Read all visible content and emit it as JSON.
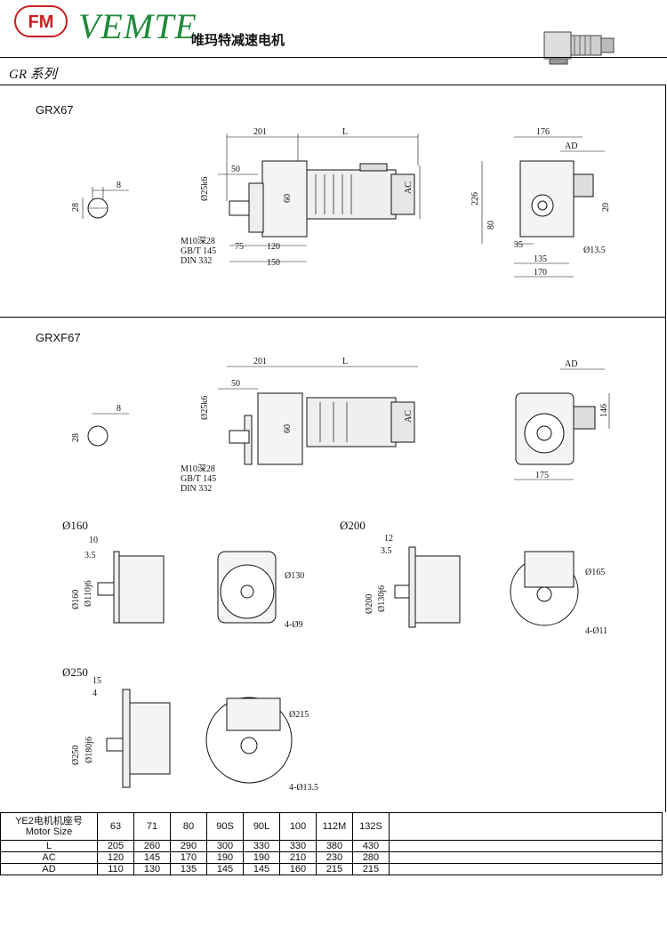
{
  "header": {
    "logo_mark": "FM",
    "brand": "VEMTE",
    "brand_cn": "唯玛特减速电机",
    "series": "GR 系列"
  },
  "section1": {
    "model": "GRX67",
    "dims": {
      "d201": "201",
      "dL": "L",
      "d50": "50",
      "d25": "Ø25k6",
      "d60": "60",
      "dAC": "AC",
      "d75": "75",
      "d120": "120",
      "d150": "150",
      "key8": "8",
      "key28": "28",
      "m10": "M10深28",
      "gbt": "GB/T 145",
      "din": "DIN 332",
      "d176": "176",
      "dAD": "AD",
      "d226": "226",
      "d80": "80",
      "d20": "20",
      "d35": "35",
      "d135": "135",
      "d170": "170",
      "d135h": "Ø13.5"
    }
  },
  "section2": {
    "model": "GRXF67",
    "dims": {
      "d201": "201",
      "dL": "L",
      "d50": "50",
      "d25": "Ø25k6",
      "d60": "60",
      "dAC": "AC",
      "key8": "8",
      "key28": "28",
      "m10": "M10深28",
      "gbt": "GB/T 145",
      "din": "DIN 332",
      "dAD": "AD",
      "d146": "146",
      "d175": "175"
    }
  },
  "flanges": {
    "f160": {
      "label": "Ø160",
      "d10": "10",
      "d35": "3.5",
      "d160": "Ø160",
      "d110": "Ø110j6",
      "d130": "Ø130",
      "holes": "4-Ø9"
    },
    "f200": {
      "label": "Ø200",
      "d12": "12",
      "d35": "3.5",
      "d200": "Ø200",
      "d130": "Ø130j6",
      "d165": "Ø165",
      "holes": "4-Ø11"
    },
    "f250": {
      "label": "Ø250",
      "d15": "15",
      "d4": "4",
      "d250": "Ø250",
      "d180": "Ø180j6",
      "d215": "Ø215",
      "holes": "4-Ø13.5"
    }
  },
  "table": {
    "header_cn": "YE2电机机座号",
    "header_en": "Motor Size",
    "sizes": [
      "63",
      "71",
      "80",
      "90S",
      "90L",
      "100",
      "112M",
      "132S"
    ],
    "rows": [
      {
        "label": "L",
        "values": [
          "205",
          "260",
          "290",
          "300",
          "330",
          "330",
          "380",
          "430"
        ]
      },
      {
        "label": "AC",
        "values": [
          "120",
          "145",
          "170",
          "190",
          "190",
          "210",
          "230",
          "280"
        ]
      },
      {
        "label": "AD",
        "values": [
          "110",
          "130",
          "135",
          "145",
          "145",
          "160",
          "215",
          "215"
        ]
      }
    ]
  }
}
